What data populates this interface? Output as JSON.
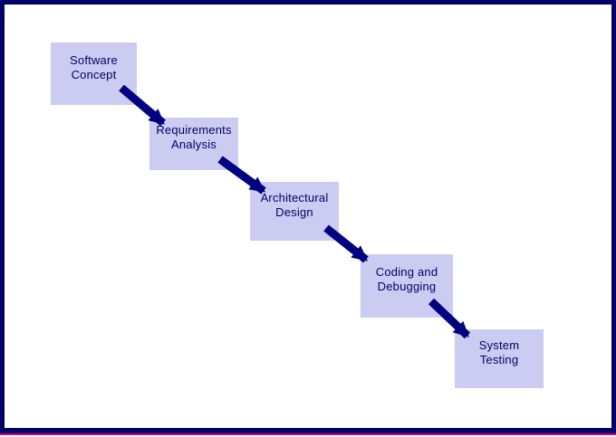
{
  "diagram": {
    "type": "flowchart",
    "phases": [
      {
        "label": "Software\nConcept"
      },
      {
        "label": "Requirements\nAnalysis"
      },
      {
        "label": "Architectural\nDesign"
      },
      {
        "label": "Coding and\nDebugging"
      },
      {
        "label": "System\nTesting"
      }
    ],
    "arrows": [
      {
        "from": "Software Concept",
        "to": "Requirements Analysis"
      },
      {
        "from": "Requirements Analysis",
        "to": "Architectural Design"
      },
      {
        "from": "Architectural Design",
        "to": "Coding and Debugging"
      },
      {
        "from": "Coding and Debugging",
        "to": "System Testing"
      }
    ]
  },
  "colors": {
    "background": "#ffffff",
    "frame_border": "#000066",
    "bottom_accent": "#e1007e",
    "box_fill": "#ccccf2",
    "box_text": "#000066",
    "arrow": "#000080"
  }
}
